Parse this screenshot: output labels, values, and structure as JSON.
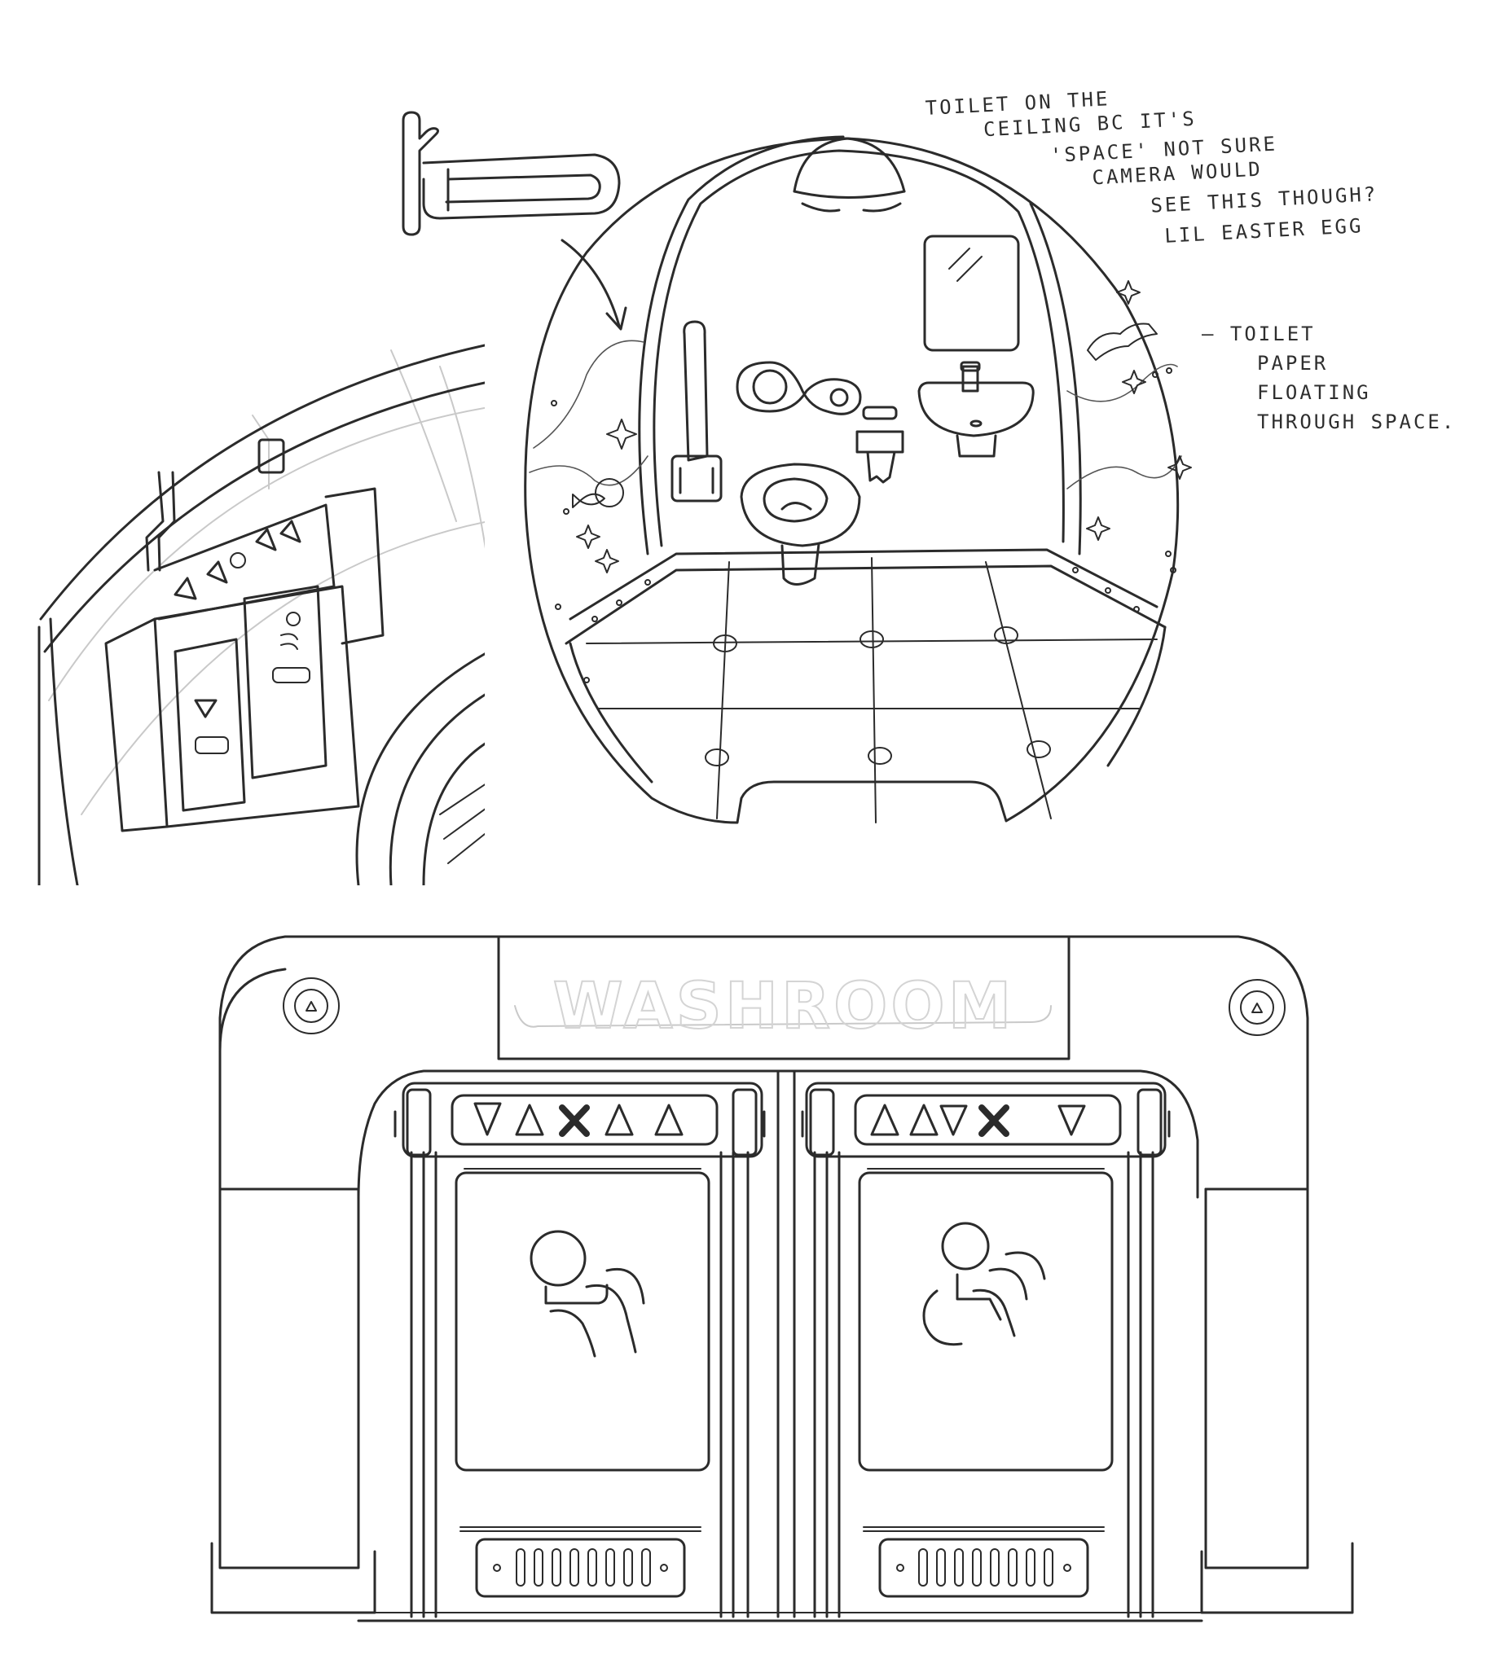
{
  "annotations": {
    "ceiling": [
      "TOILET ON THE",
      "CEILING BC IT'S",
      "'SPACE' NOT SURE",
      "CAMERA WOULD",
      "SEE THIS THOUGH?",
      "LIL EASTER EGG"
    ],
    "paper": [
      "— TOILET",
      "PAPER",
      "FLOATING",
      "THROUGH SPACE."
    ]
  },
  "door_sign": "WASHROOM",
  "door_panels": {
    "left_symbols": "▽△✕△△",
    "right_symbols": "△△▽✕▽"
  },
  "icons": [
    "arrow-logo-icon",
    "restroom-symbol-icon",
    "accessible-restroom-symbol-icon",
    "sparkle-icon",
    "fish-icon",
    "mirror-icon",
    "sink-icon",
    "toilet-icon",
    "toilet-paper-icon"
  ]
}
